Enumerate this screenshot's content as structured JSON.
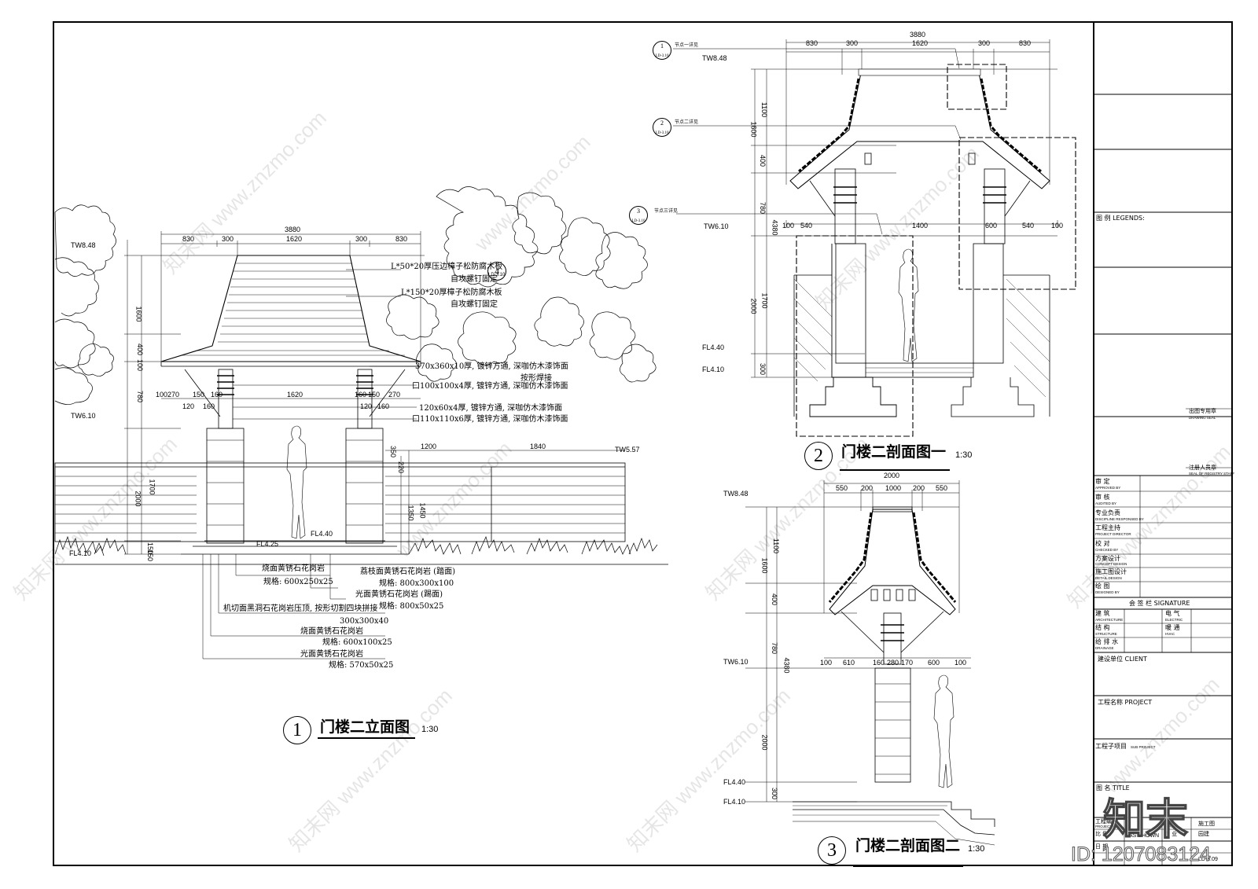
{
  "watermark": {
    "text": "www.znzmo.com",
    "brand_cn": "知末网"
  },
  "logo": {
    "text": "知末"
  },
  "id_tag": "ID: 1207083124",
  "elevation": {
    "number": "1",
    "title": "门楼二立面图",
    "scale": "1:30",
    "dims_top": [
      "3880",
      "830",
      "300",
      "1620",
      "300",
      "830"
    ],
    "dims_mid": [
      "100",
      "270",
      "150",
      "160",
      "1620",
      "160",
      "150",
      "270",
      "120",
      "160",
      "120",
      "160"
    ],
    "dims_left": [
      "1600",
      "400",
      "100",
      "780",
      "1700",
      "2000",
      "150",
      "150"
    ],
    "dims_wall": [
      "1200",
      "1840",
      "350",
      "220",
      "1350",
      "1450"
    ],
    "levels": {
      "tw848": "TW8.48",
      "tw610": "TW6.10",
      "fl440": "FL4.40",
      "fl425": "FL4.25",
      "fl410": "FL4.10",
      "tw557": "TW5.57"
    },
    "callout": {
      "num": "4",
      "ref": "LD-3.10"
    },
    "notes_right": [
      "L*50*20厚压边樟子松防腐木板",
      "自攻螺钉固定",
      "L*150*20厚樟子松防腐木板",
      "自攻螺钉固定",
      "370x360x10厚, 镀锌方通, 深咖仿木漆饰面",
      "按形焊接",
      "口100x100x4厚, 镀锌方通, 深咖仿木漆饰面",
      "120x60x4厚, 镀锌方通, 深咖仿木漆饰面",
      "口110x110x6厚, 镀锌方通, 深咖仿木漆饰面"
    ],
    "notes_bottom": [
      "烧面黄锈石花岗岩",
      "规格: 600x250x25",
      "荔枝面黄锈石花岗岩 (踏面)",
      "规格: 800x300x100",
      "光面黄锈石花岗岩 (踢面)",
      "规格: 800x50x25",
      "机切面黑洞石花岗岩压顶, 按形切割四块拼接",
      "300x300x40",
      "烧面黄锈石花岗岩",
      "规格: 600x100x25",
      "光面黄锈石花岗岩",
      "规格: 570x50x25"
    ]
  },
  "section1": {
    "number": "2",
    "title": "门楼二剖面图一",
    "scale": "1:30",
    "dims_top": [
      "3880",
      "830",
      "300",
      "1620",
      "300",
      "830"
    ],
    "dims_mid": [
      "100",
      "540",
      "1400",
      "600",
      "540",
      "100"
    ],
    "dims_left": [
      "1100",
      "1600",
      "400",
      "780",
      "4380",
      "1700",
      "2000",
      "300"
    ],
    "levels": {
      "tw848": "TW8.48",
      "tw610": "TW6.10",
      "fl440": "FL4.40",
      "fl410": "FL4.10"
    },
    "callouts": [
      {
        "num": "1",
        "ref": "LD-3.10",
        "label": "节点一详见"
      },
      {
        "num": "2",
        "ref": "LD-3.10",
        "label": "节点二详见"
      },
      {
        "num": "3",
        "ref": "LD-3.10",
        "label": "节点三详见"
      }
    ]
  },
  "section2": {
    "number": "3",
    "title": "门楼二剖面图二",
    "scale": "1:30",
    "dims_top": [
      "2000",
      "550",
      "200",
      "1000",
      "200",
      "550"
    ],
    "dims_mid": [
      "100",
      "610",
      "160",
      "280",
      "170",
      "600",
      "100"
    ],
    "dims_left": [
      "1100",
      "1600",
      "400",
      "780",
      "4380",
      "2000",
      "300"
    ],
    "levels": {
      "tw848": "TW8.48",
      "tw610": "TW6.10",
      "fl440": "FL4.40",
      "fl410": "FL4.10"
    }
  },
  "titleblock": {
    "legends": "图 例 LEGENDS:",
    "drawing_seal_cn": "出图专用章",
    "drawing_seal_en": "DRAWING SEAL",
    "staff_seal_cn": "注册人员章",
    "staff_seal_en": "SEAL OF REGISTRY STAFF",
    "roles": [
      {
        "cn": "审 定",
        "en": "APPROVED BY"
      },
      {
        "cn": "审 核",
        "en": "AUDITED BY"
      },
      {
        "cn": "专业负责",
        "en": "DISCIPLINE RESPONSED BY"
      },
      {
        "cn": "工程主持",
        "en": "PROJECT DIRECTOR"
      },
      {
        "cn": "校 对",
        "en": "CHECKED BY"
      },
      {
        "cn": "方案设计",
        "en": "CONCEPT DESIGN"
      },
      {
        "cn": "施工图设计",
        "en": "DETAIL DESIGN"
      },
      {
        "cn": "绘 图",
        "en": "DESIGNED BY"
      }
    ],
    "signature": "会 签 栏 SIGNATURE",
    "disciplines": [
      {
        "cn": "建 筑",
        "en": "ARCHITECTURE",
        "cn2": "电 气",
        "en2": "ELECTRIC"
      },
      {
        "cn": "结 构",
        "en": "STRUCTURE",
        "cn2": "暖 通",
        "en2": "HVAC"
      },
      {
        "cn": "给 排 水",
        "en": "DRAINAGE",
        "cn2": "",
        "en2": ""
      }
    ],
    "client": "建设单位 CLIENT",
    "project": "工程名称 PROJECT",
    "sub_project_cn": "工程子项目",
    "sub_project_en": "SUB PROJECT",
    "title_label": "图 名 TITLE",
    "project_no_cn": "工程编号",
    "project_no_en": "PROJECT NO.",
    "status_en": "STATUS",
    "status_value": "施工图",
    "scale_cn": "比 例",
    "scale_value": "AS SHOWN",
    "discipline_cn": "专 业",
    "discipline_value": "园建",
    "date_cn": "日 期",
    "sheet_no": "LD-3.09"
  }
}
